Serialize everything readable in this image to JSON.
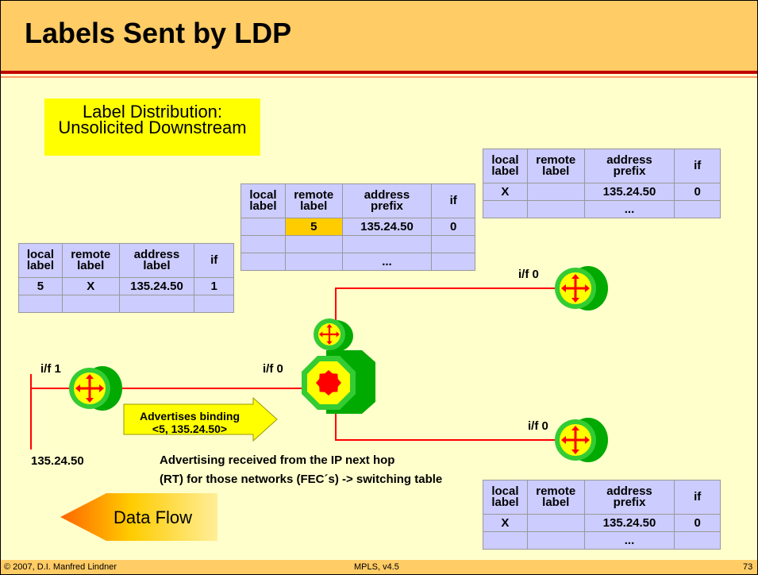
{
  "slide": {
    "title": "Labels Sent by LDP",
    "distribution_box": {
      "line1": "Label Distribution:",
      "line2": "Unsolicited Downstream"
    },
    "tables": {
      "left": {
        "headers": [
          "local\nlabel",
          "remote\nlabel",
          "address\nlabel",
          "if"
        ],
        "rows": [
          [
            "5",
            "X",
            "135.24.50",
            "1"
          ],
          [
            "",
            "",
            "",
            ""
          ]
        ]
      },
      "middle": {
        "headers": [
          "local\nlabel",
          "remote\nlabel",
          "address\nprefix",
          "if"
        ],
        "rows": [
          [
            "",
            "5",
            "135.24.50",
            "0"
          ],
          [
            "",
            "",
            "",
            ""
          ],
          [
            "",
            "",
            "...",
            ""
          ]
        ]
      },
      "top_right": {
        "headers": [
          "local\nlabel",
          "remote\nlabel",
          "address\nprefix",
          "if"
        ],
        "rows": [
          [
            "X",
            "",
            "135.24.50",
            "0"
          ],
          [
            "",
            "",
            "...",
            ""
          ]
        ]
      },
      "bottom_right": {
        "headers": [
          "local\nlabel",
          "remote\nlabel",
          "address\nprefix",
          "if"
        ],
        "rows": [
          [
            "X",
            "",
            "135.24.50",
            "0"
          ],
          [
            "",
            "",
            "...",
            ""
          ]
        ]
      }
    },
    "interface_labels": {
      "left_if1": "i/f 1",
      "left_if0": "i/f 0",
      "top_right_if0": "i/f 0",
      "bottom_right_if0": "i/f 0"
    },
    "network_label": "135.24.50",
    "advertises": {
      "line1": "Advertises binding",
      "line2": "<5, 135.24.50>"
    },
    "note": {
      "line1": "Advertising received from the IP next hop",
      "line2": "(RT) for those networks (FEC´s) -> switching table"
    },
    "data_flow": "Data Flow",
    "footer": {
      "left": "© 2007, D.I. Manfred Lindner",
      "center": "MPLS, v4.5",
      "page": "73"
    },
    "colors": {
      "title_bar": "#ffcc66",
      "background": "#ffffcc",
      "table": "#ccccff",
      "highlight": "#ffcc00",
      "link": "#ff0000",
      "router": "#33cc33"
    }
  }
}
